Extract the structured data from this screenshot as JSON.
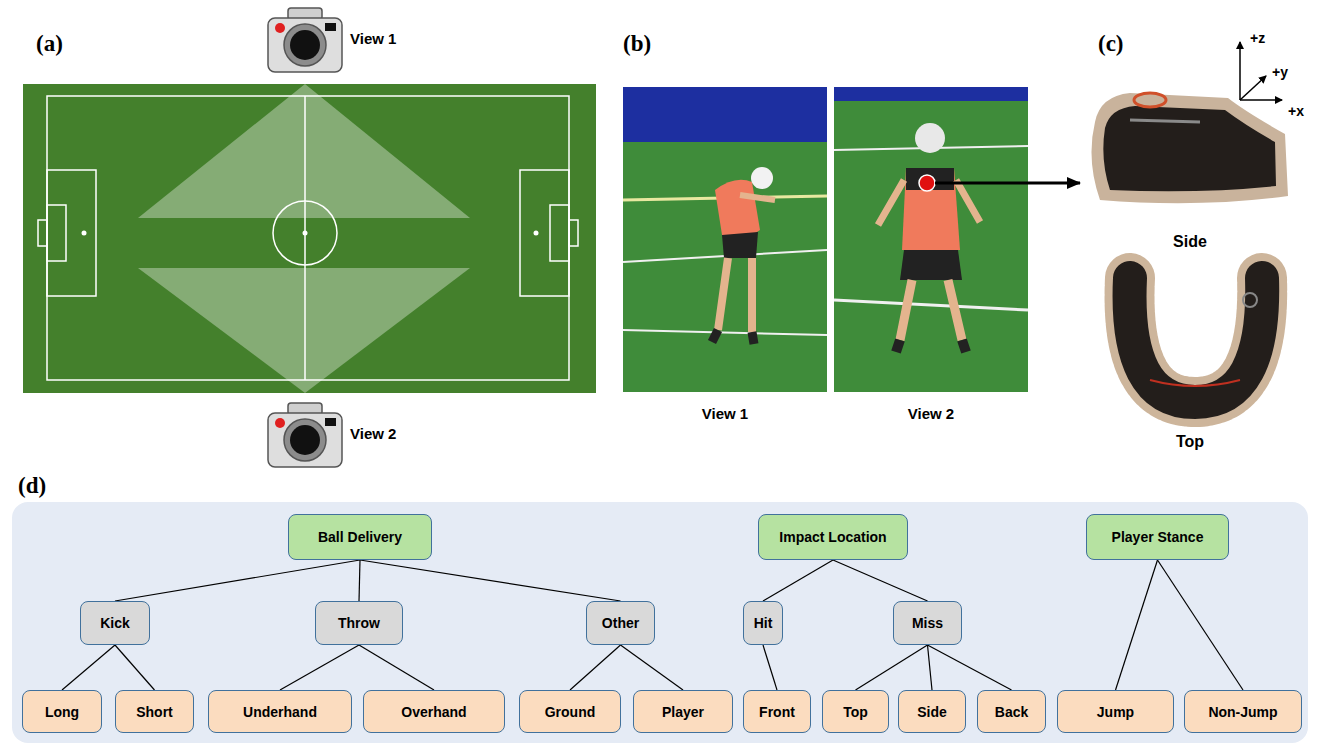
{
  "diagram": {
    "nodes": [
      {
        "text": [
          "Ball Delivery"
        ]
      },
      {
        "text": [
          "Impact Location"
        ]
      },
      {
        "text": [
          "Player Stance"
        ]
      },
      {
        "text": [
          "Kick"
        ]
      },
      {
        "text": [
          "Throw"
        ]
      },
      {
        "text": [
          "Other"
        ]
      },
      {
        "text": [
          "Hit"
        ]
      },
      {
        "text": [
          "Miss"
        ]
      },
      {
        "text": [
          "Long"
        ]
      },
      {
        "text": [
          "Short"
        ]
      },
      {
        "text": [
          "Underhand"
        ]
      },
      {
        "text": [
          "Overhand"
        ]
      },
      {
        "text": [
          "Ground"
        ]
      },
      {
        "text": [
          "Player"
        ]
      },
      {
        "text": [
          "Front"
        ]
      },
      {
        "text": [
          "Top"
        ]
      },
      {
        "text": [
          "Side"
        ]
      },
      {
        "text": [
          "Back"
        ]
      },
      {
        "text": [
          "Jump"
        ]
      },
      {
        "text": [
          "Non-Jump"
        ]
      }
    ],
    "edges": [
      {
        "from": 0,
        "to": 3,
        "arrow": "none"
      },
      {
        "from": 0,
        "to": 4,
        "arrow": "none"
      },
      {
        "from": 0,
        "to": 5,
        "arrow": "none"
      },
      {
        "from": 3,
        "to": 8,
        "arrow": "none"
      },
      {
        "from": 3,
        "to": 9,
        "arrow": "none"
      },
      {
        "from": 4,
        "to": 10,
        "arrow": "none"
      },
      {
        "from": 4,
        "to": 11,
        "arrow": "none"
      },
      {
        "from": 5,
        "to": 12,
        "arrow": "none"
      },
      {
        "from": 5,
        "to": 13,
        "arrow": "none"
      },
      {
        "from": 1,
        "to": 6,
        "arrow": "none"
      },
      {
        "from": 1,
        "to": 7,
        "arrow": "none"
      },
      {
        "from": 6,
        "to": 14,
        "arrow": "none"
      },
      {
        "from": 7,
        "to": 15,
        "arrow": "none"
      },
      {
        "from": 7,
        "to": 16,
        "arrow": "none"
      },
      {
        "from": 7,
        "to": 17,
        "arrow": "none"
      },
      {
        "from": 2,
        "to": 18,
        "arrow": "none"
      },
      {
        "from": 2,
        "to": 19,
        "arrow": "none"
      }
    ],
    "labels": [
      "(a)",
      "View 1",
      "View 2",
      "(b)",
      "View 1",
      "View 2",
      "(c)",
      "+z",
      "+y",
      "+x",
      "Side",
      "Top",
      "(d)"
    ]
  }
}
